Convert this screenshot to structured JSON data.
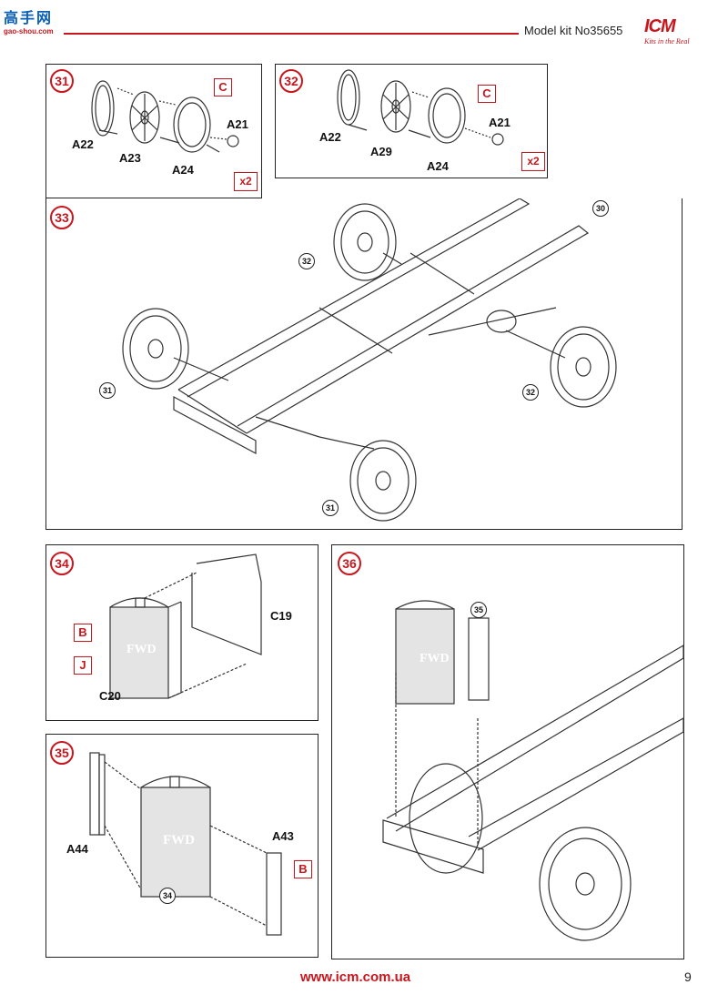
{
  "header": {
    "logo_cn": "高手网",
    "logo_url": "gao-shou.com",
    "model_kit": "Model kit No35655",
    "brand": "ICM",
    "tagline": "Kits in the Real"
  },
  "steps": [
    {
      "number": "31",
      "parts": [
        "A22",
        "A23",
        "A24",
        "A21"
      ],
      "paint_code": "C",
      "multiplier": "x2"
    },
    {
      "number": "32",
      "parts": [
        "A22",
        "A29",
        "A24",
        "A21"
      ],
      "paint_code": "C",
      "multiplier": "x2"
    },
    {
      "number": "33",
      "refs": [
        "30",
        "32",
        "31",
        "32",
        "31"
      ]
    },
    {
      "number": "34",
      "parts": [
        "C19",
        "C20"
      ],
      "paint_codes": [
        "B",
        "J"
      ]
    },
    {
      "number": "35",
      "parts": [
        "A44",
        "A43"
      ],
      "paint_code": "B",
      "ref": "34"
    },
    {
      "number": "36",
      "ref": "35"
    }
  ],
  "footer": {
    "website": "www.icm.com.ua",
    "page_number": "9"
  },
  "colors": {
    "accent": "#c8161d",
    "line": "#222222"
  }
}
